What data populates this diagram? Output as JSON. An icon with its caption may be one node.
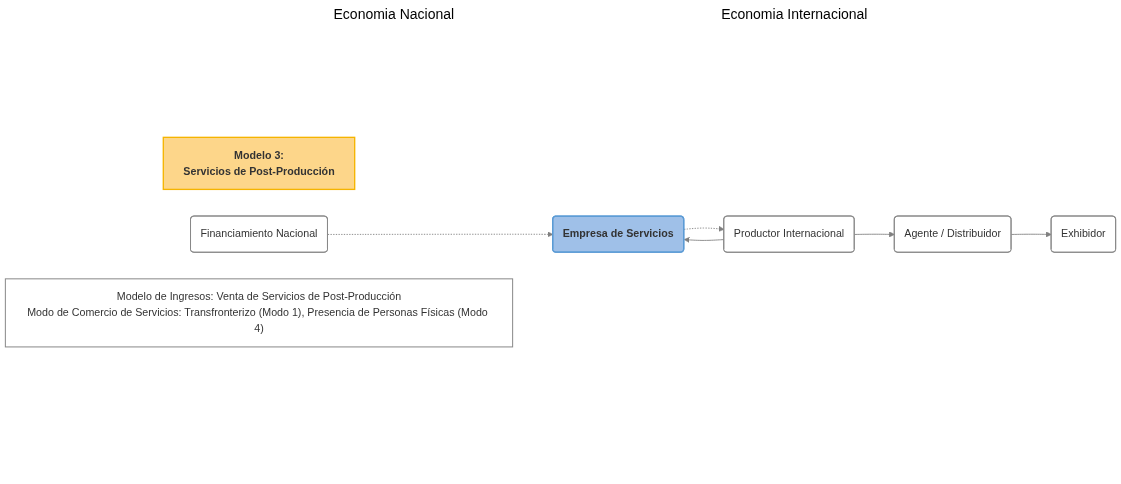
{
  "diagram": {
    "nodes": [
      {
        "text": [
          "Modelo 3:",
          "Servicios de Post-Producción"
        ]
      },
      {
        "text": [
          "Financiamiento Nacional"
        ]
      },
      {
        "text": [
          "Empresa de Servicios"
        ]
      },
      {
        "text": [
          "Productor Internacional"
        ]
      },
      {
        "text": [
          "Agente / Distribuidor"
        ]
      },
      {
        "text": [
          "Exhibidor"
        ]
      },
      {
        "text": [
          "Modelo de Ingresos: Venta de Servicios de Post-Producción",
          "Modo de Comercio de Servicios: Transfronterizo (Modo 1), Presencia de Personas Físicas (Modo 4)"
        ]
      }
    ],
    "edges": [
      {
        "from": 1,
        "to": 2,
        "arrow": "to",
        "style": "dashed"
      },
      {
        "from": 3,
        "to": 2,
        "arrow": "to"
      },
      {
        "from": 2,
        "to": 3,
        "arrow": "to",
        "style": "dashed"
      },
      {
        "from": 3,
        "to": 4,
        "arrow": "to"
      },
      {
        "from": 4,
        "to": 5,
        "arrow": "to"
      }
    ],
    "labels": [
      "Economia Nacional",
      "Economia Internacional"
    ]
  }
}
